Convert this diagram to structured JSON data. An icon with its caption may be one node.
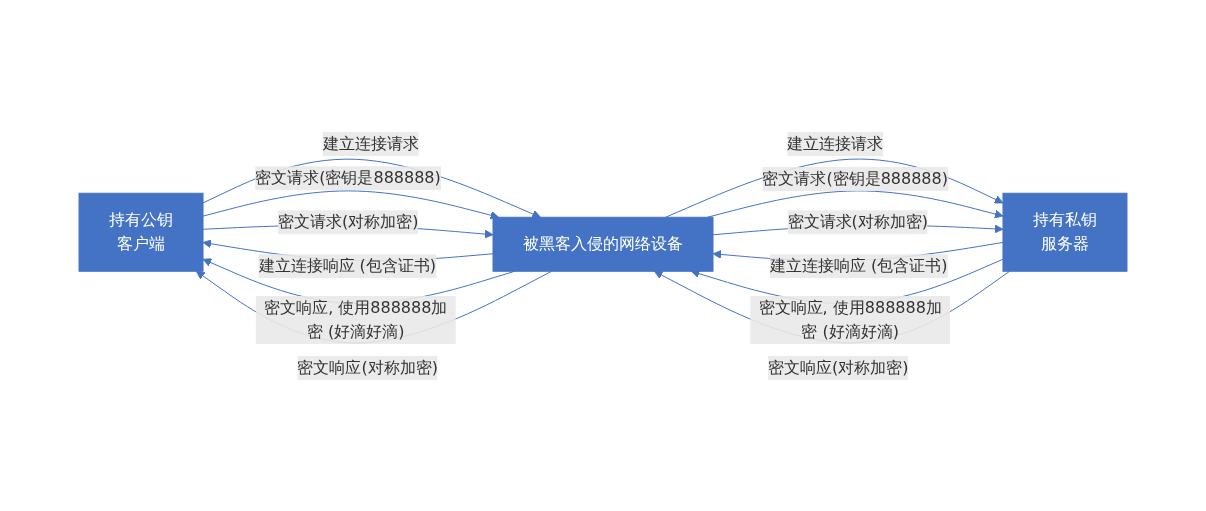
{
  "diagram": {
    "nodes": [
      {
        "text": [
          "持有公钥",
          "客户端"
        ]
      },
      {
        "text": [
          "被黑客入侵的网络设备"
        ]
      },
      {
        "text": [
          "持有私钥",
          "服务器"
        ]
      }
    ],
    "edges": [
      {
        "from": 0,
        "to": 1,
        "arrow": "to",
        "label": "建立连接请求"
      },
      {
        "from": 1,
        "to": 0,
        "arrow": "to",
        "label": "建立连接响应 (包含证书)"
      },
      {
        "from": 1,
        "to": 2,
        "arrow": "to",
        "label": "建立连接请求"
      },
      {
        "from": 2,
        "to": 1,
        "arrow": "to",
        "label": "建立连接响应 (包含证书)"
      },
      {
        "from": 0,
        "to": 1,
        "arrow": "to",
        "label": "密文请求(密钥是888888)"
      },
      {
        "from": 1,
        "to": 0,
        "arrow": "to",
        "label": "密文响应, 使用888888加密 (好滴好滴)"
      },
      {
        "from": 1,
        "to": 2,
        "arrow": "to",
        "label": "密文请求(密钥是888888)"
      },
      {
        "from": 2,
        "to": 1,
        "arrow": "to",
        "label": "密文响应, 使用888888加密 (好滴好滴)"
      },
      {
        "from": 0,
        "to": 1,
        "arrow": "to",
        "label": "密文请求(对称加密)"
      },
      {
        "from": 1,
        "to": 0,
        "arrow": "to",
        "label": "密文响应(对称加密)"
      },
      {
        "from": 1,
        "to": 2,
        "arrow": "to",
        "label": "密文请求(对称加密)"
      },
      {
        "from": 2,
        "to": 1,
        "arrow": "to",
        "label": "密文响应(对称加密)"
      }
    ]
  }
}
